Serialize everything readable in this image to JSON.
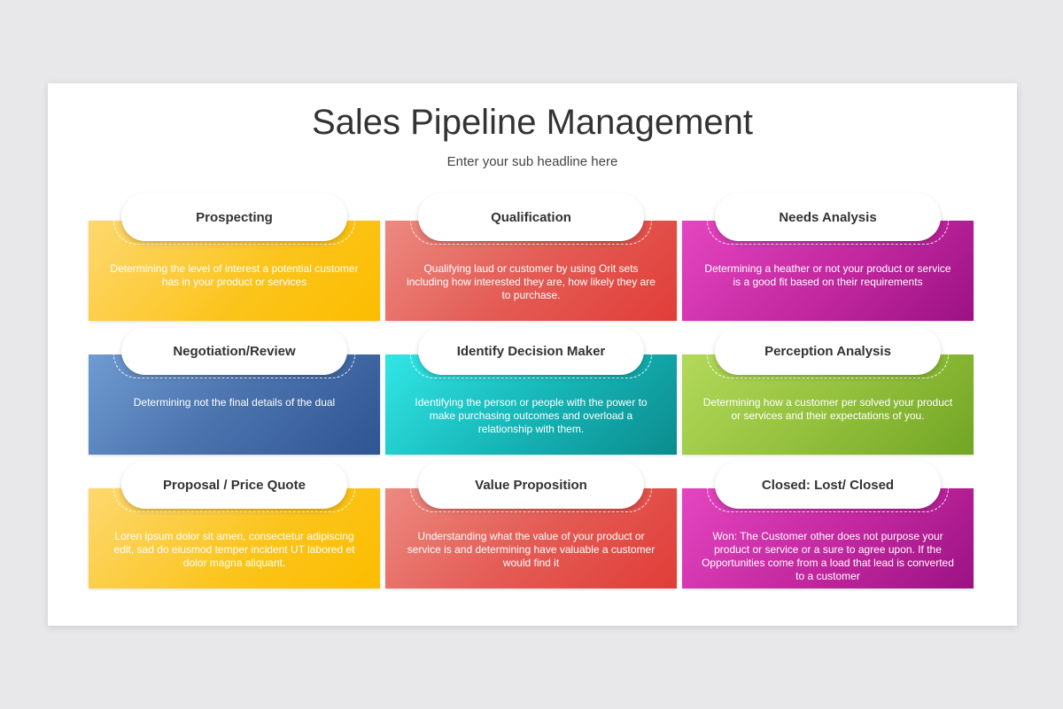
{
  "header": {
    "title": "Sales Pipeline Management",
    "subtitle": "Enter your sub headline here"
  },
  "cards": [
    {
      "title": "Prospecting",
      "text": "Determining the level of interest a potential customer has in your product or services",
      "color": "yellow"
    },
    {
      "title": "Qualification",
      "text": "Qualifying laud or customer by using Orit sets including how interested they are, how likely they are to purchase.",
      "color": "red"
    },
    {
      "title": "Needs Analysis",
      "text": "Determining a heather or not your product or service is a good fit based on their requirements",
      "color": "magenta"
    },
    {
      "title": "Negotiation/Review",
      "text": "Determining not the final details of the dual",
      "color": "blue"
    },
    {
      "title": "Identify Decision Maker",
      "text": "Identifying the person or people with the power to make purchasing outcomes and overload a relationship with them.",
      "color": "teal"
    },
    {
      "title": "Perception Analysis",
      "text": "Determining how a customer per solved your product or services and their expectations of you.",
      "color": "green"
    },
    {
      "title": "Proposal / Price Quote",
      "text": "Loren ipsum dolor sit amen, consectetur adipiscing edit, sad do eiusmod temper incident UT labored et dolor magna aliquant.",
      "color": "yellow"
    },
    {
      "title": "Value Proposition",
      "text": "Understanding what the value of your product or service is and determining have valuable a customer would find it",
      "color": "red"
    },
    {
      "title": "Closed: Lost/ Closed",
      "text": "Won: The Customer other does not purpose your product or service or a sure to agree upon. If the Opportunities come from a load that lead is converted to a customer",
      "color": "magenta"
    }
  ],
  "colors": {
    "yellow": "#fbc41a",
    "red": "#e35c55",
    "magenta": "#c2279f",
    "blue": "#4a72ad",
    "teal": "#17b7b8",
    "green": "#94c13e"
  }
}
